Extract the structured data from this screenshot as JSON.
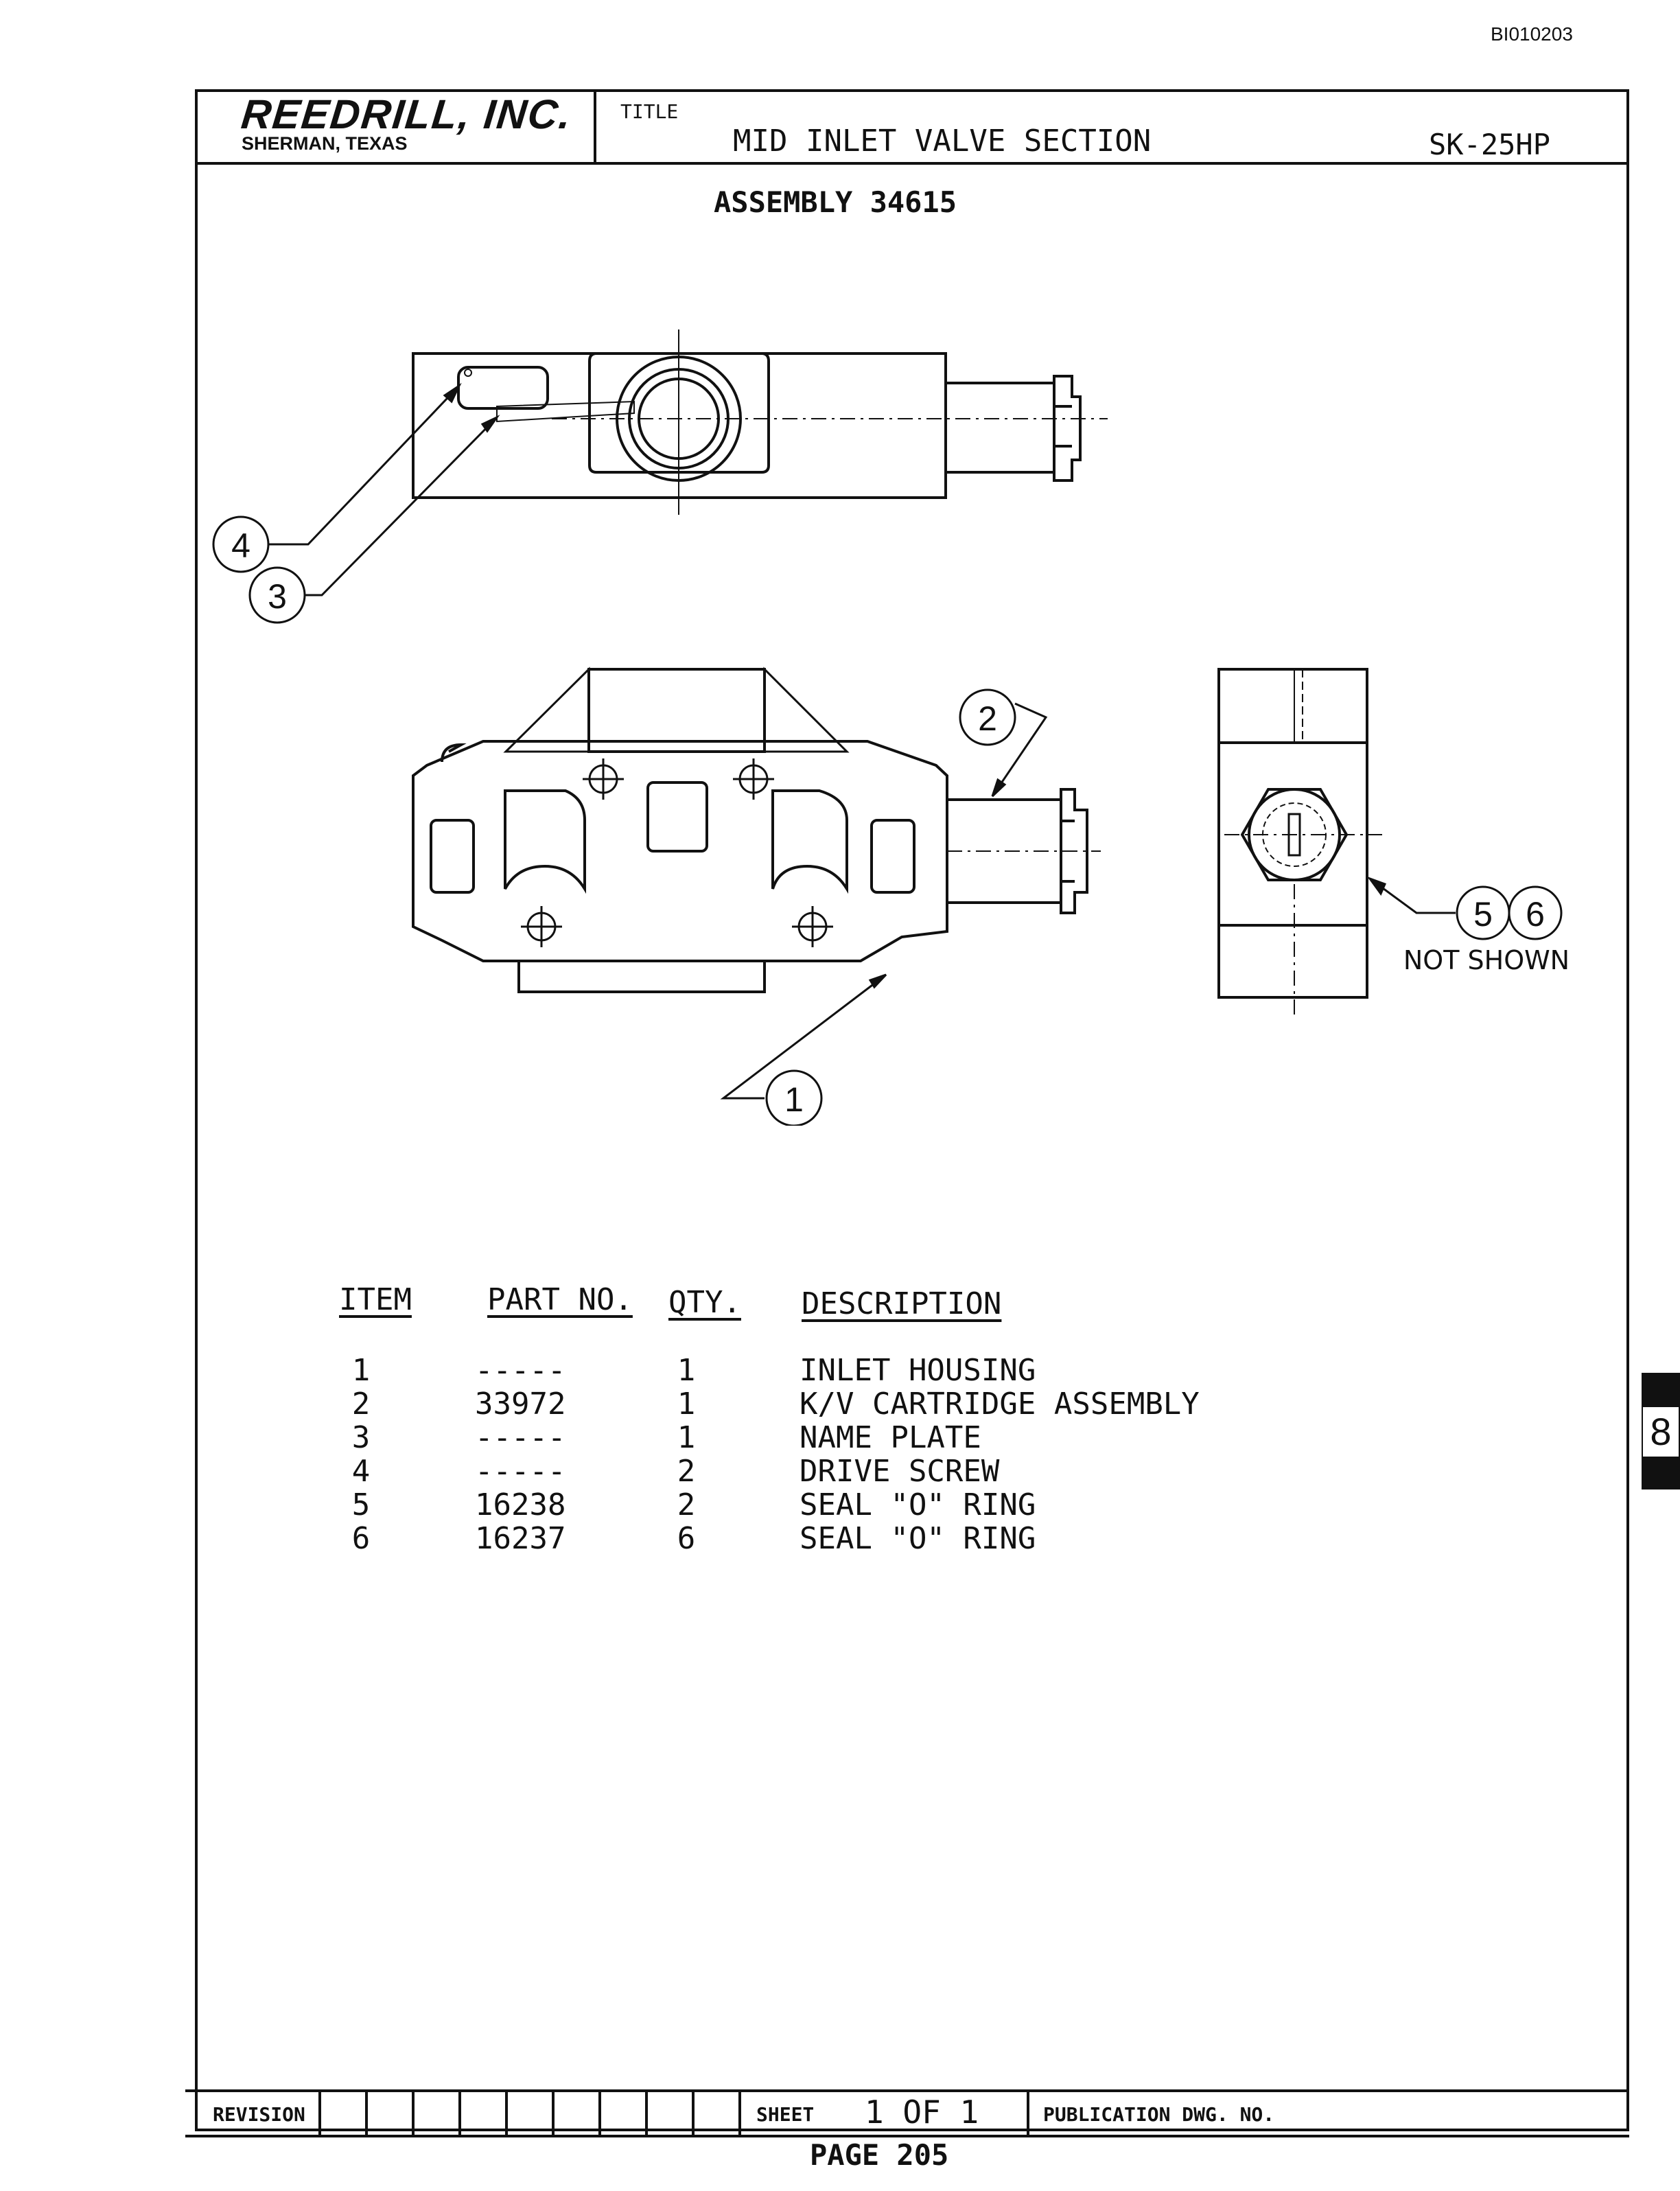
{
  "doc_id": "BI010203",
  "title_block": {
    "company": "REEDRILL, INC.",
    "location": "SHERMAN, TEXAS",
    "title_label": "TITLE",
    "title": "MID INLET VALVE SECTION",
    "model": "SK-25HP"
  },
  "assembly": "ASSEMBLY 34615",
  "callouts": {
    "c1": "1",
    "c2": "2",
    "c3": "3",
    "c4": "4",
    "c5": "5",
    "c6": "6",
    "not_shown": "NOT SHOWN"
  },
  "parts_table": {
    "headers": {
      "item": "ITEM",
      "part_no": "PART NO.",
      "qty": "QTY.",
      "description": "DESCRIPTION"
    },
    "rows": [
      {
        "item": "1",
        "part_no": "-----",
        "qty": "1",
        "description": "INLET HOUSING"
      },
      {
        "item": "2",
        "part_no": "33972",
        "qty": "1",
        "description": "K/V CARTRIDGE ASSEMBLY"
      },
      {
        "item": "3",
        "part_no": "-----",
        "qty": "1",
        "description": "NAME PLATE"
      },
      {
        "item": "4",
        "part_no": "-----",
        "qty": "2",
        "description": "DRIVE SCREW"
      },
      {
        "item": "5",
        "part_no": "16238",
        "qty": "2",
        "description": "SEAL \"O\" RING"
      },
      {
        "item": "6",
        "part_no": "16237",
        "qty": "6",
        "description": "SEAL \"O\" RING"
      }
    ]
  },
  "footer": {
    "revision_label": "REVISION",
    "sheet_label": "SHEET",
    "sheet_value": "1 OF 1",
    "pub_label": "PUBLICATION DWG. NO."
  },
  "section_tab": "8",
  "page": "PAGE 205"
}
